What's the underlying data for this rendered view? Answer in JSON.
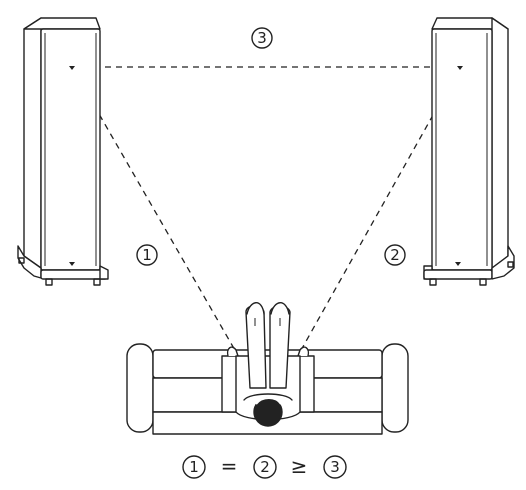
{
  "diagram": {
    "labels": {
      "top_distance": "3",
      "left_distance": "1",
      "right_distance": "2"
    },
    "formula": {
      "a": "1",
      "eq": "=",
      "b": "2",
      "gte": "≥",
      "c": "3"
    }
  }
}
